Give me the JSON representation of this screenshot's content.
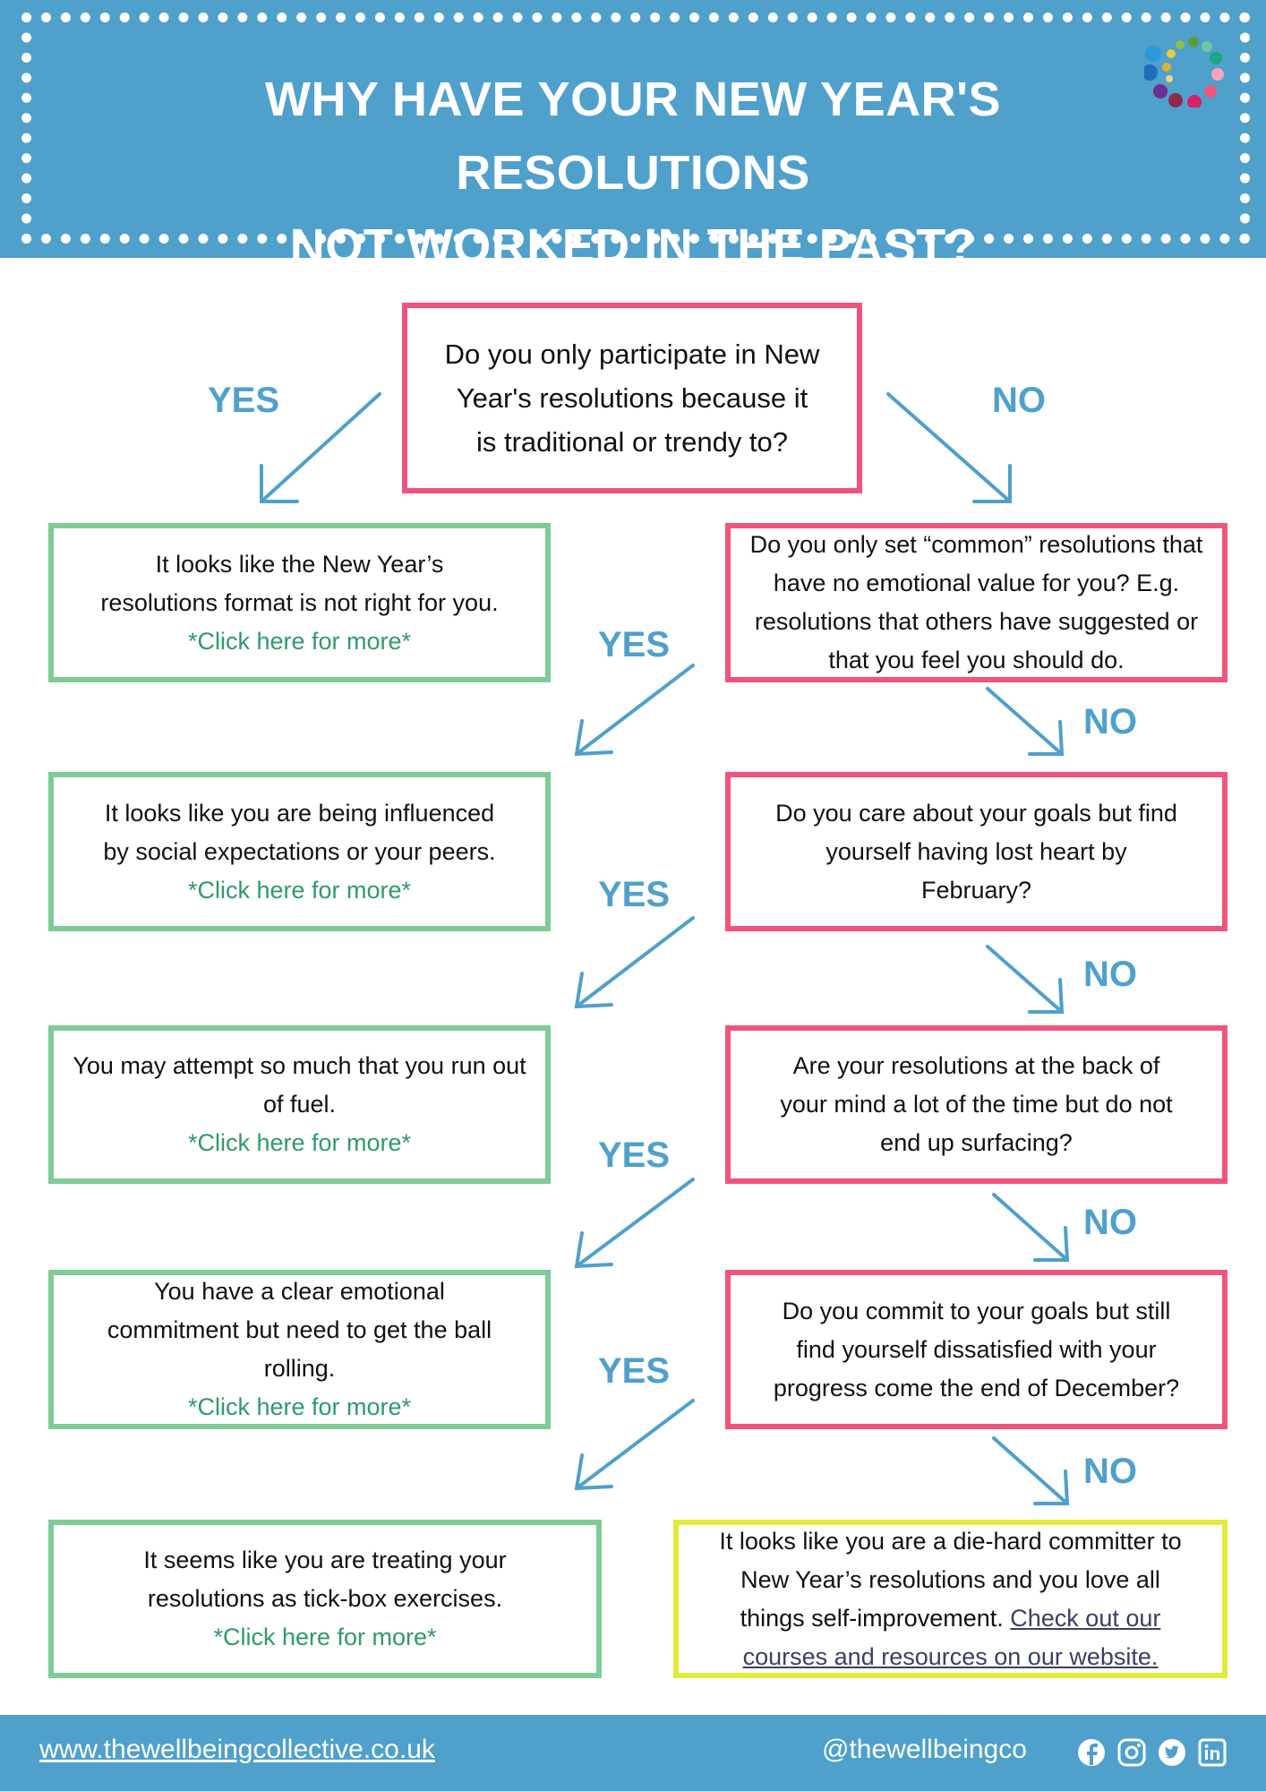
{
  "header": {
    "title_line1": "WHY HAVE YOUR NEW YEAR'S RESOLUTIONS",
    "title_line2": "NOT WORKED IN THE PAST?"
  },
  "labels": {
    "yes": "YES",
    "no": "NO"
  },
  "questions": [
    "Do you only participate in New Year's resolutions because it is traditional or trendy to?",
    "Do you only set “common” resolutions that have no emotional value for you? E.g. resolutions that others have suggested or that you feel you should do.",
    "Do you care about your goals but find yourself having lost heart by February?",
    "Are your resolutions at the back of your mind a lot of the time but do not end up surfacing?",
    "Do you commit to your goals but still find yourself dissatisfied with your progress come the end of December?"
  ],
  "outcomes": [
    "It looks like the New Year’s resolutions format is not right for you.",
    "It looks like you are being influenced by social expectations or your peers.",
    "You may attempt so much that you run out of fuel.",
    "You have a clear emotional commitment but need to get the ball rolling.",
    "It seems like you are treating your resolutions as tick-box exercises."
  ],
  "more_link": "*Click here for more*",
  "final": {
    "text": "It looks like you are a die-hard committer to New Year’s resolutions and you love all things self-improvement.",
    "link": "Check out our courses and resources on our website."
  },
  "footer": {
    "website": "www.thewellbeingcollective.co.uk",
    "handle": "@thewellbeingco"
  },
  "colors": {
    "blue": "#4fa0cb",
    "question": "#f0547a",
    "outcome": "#7ecb96",
    "final": "#e2ea3a"
  }
}
